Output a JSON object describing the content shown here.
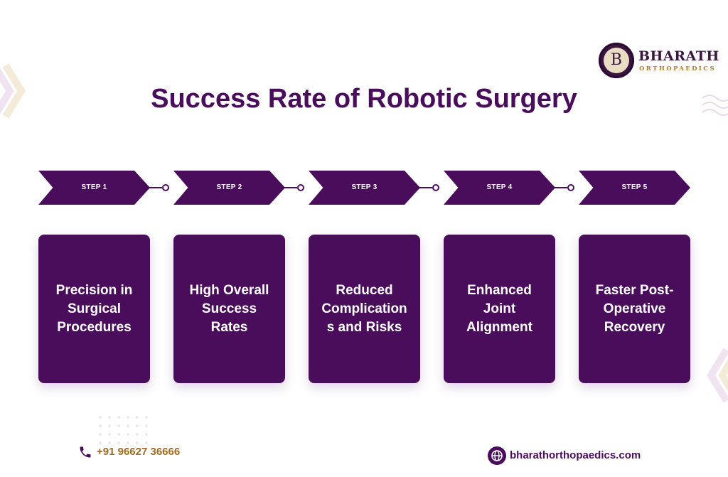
{
  "brand": {
    "initial": "B",
    "name": "BHARATH",
    "subtitle": "ORTHOPAEDICS"
  },
  "title": "Success Rate of Robotic Surgery",
  "steps": [
    {
      "label": "STEP 1",
      "text": "Precision in\nSurgical\nProcedures"
    },
    {
      "label": "STEP 2",
      "text": "High Overall\nSuccess\nRates"
    },
    {
      "label": "STEP 3",
      "text": "Reduced\nComplication\ns and Risks"
    },
    {
      "label": "STEP 4",
      "text": "Enhanced\nJoint\nAlignment"
    },
    {
      "label": "STEP 5",
      "text": "Faster Post-\nOperative\nRecovery"
    }
  ],
  "contact": {
    "phone": "+91 96627 36666",
    "website": "bharathorthopaedics.com"
  },
  "colors": {
    "primary": "#4a0d5c",
    "accent": "#a16a1f",
    "logo_cream": "#e9ddc4"
  },
  "icons": {
    "phone": "phone-icon",
    "website": "globe-icon"
  }
}
